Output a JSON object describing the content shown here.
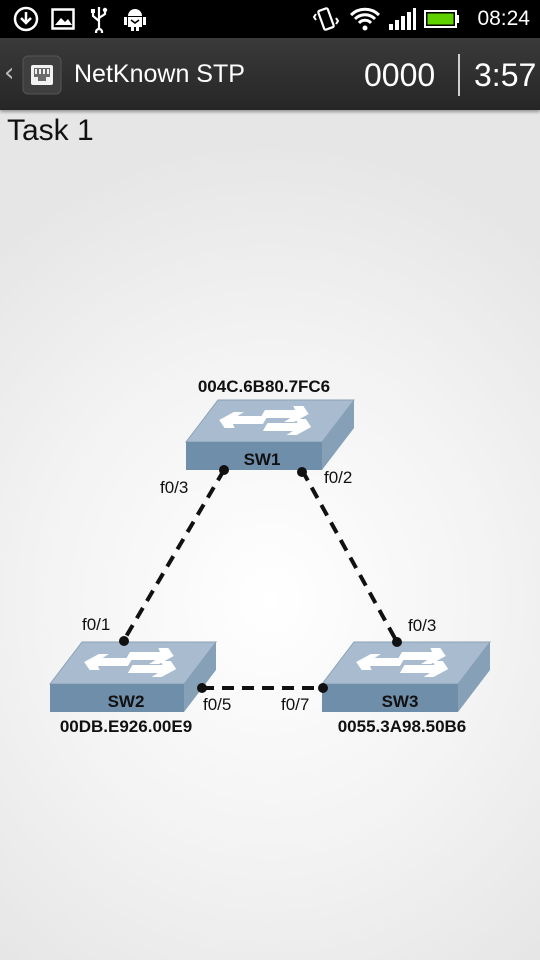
{
  "status_bar": {
    "time": "08:24",
    "icons": [
      "download-icon",
      "image-icon",
      "usb-icon",
      "android-debug-icon",
      "vibrate-icon",
      "wifi-icon",
      "signal-icon",
      "battery-icon"
    ]
  },
  "action_bar": {
    "title": "NetKnown STP",
    "score": "0000",
    "timer": "3:57"
  },
  "task": {
    "title": "Task 1"
  },
  "topology": {
    "switches": [
      {
        "id": "SW1",
        "label": "SW1",
        "mac": "004C.6B80.7FC6"
      },
      {
        "id": "SW2",
        "label": "SW2",
        "mac": "00DB.E926.00E9"
      },
      {
        "id": "SW3",
        "label": "SW3",
        "mac": "0055.3A98.50B6"
      }
    ],
    "links": [
      {
        "from": "SW1",
        "from_port": "f0/3",
        "to": "SW2",
        "to_port": "f0/1"
      },
      {
        "from": "SW1",
        "from_port": "f0/2",
        "to": "SW3",
        "to_port": "f0/3"
      },
      {
        "from": "SW2",
        "from_port": "f0/5",
        "to": "SW3",
        "to_port": "f0/7"
      }
    ],
    "colors": {
      "switch_top": "#a9bccf",
      "switch_front": "#6f8eaa",
      "switch_side": "#86a0b8",
      "link": "#111111"
    }
  }
}
